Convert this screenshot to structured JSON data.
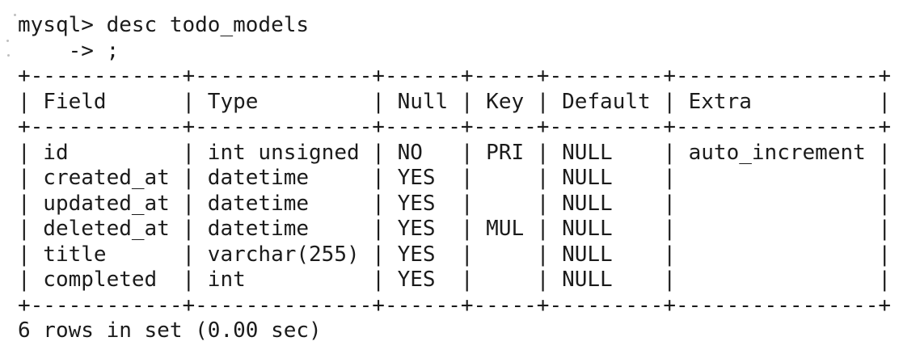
{
  "colors": {
    "background": "#ffffff",
    "text": "#1b1b1b"
  },
  "terminal": {
    "command_line": "mysql> desc todo_models",
    "continuation_line": "    -> ;",
    "footer": "6 rows in set (0.00 sec)"
  },
  "table": {
    "columns": [
      "Field",
      "Type",
      "Null",
      "Key",
      "Default",
      "Extra"
    ],
    "rows": [
      [
        "id",
        "int unsigned",
        "NO",
        "PRI",
        "NULL",
        "auto_increment"
      ],
      [
        "created_at",
        "datetime",
        "YES",
        "",
        "NULL",
        ""
      ],
      [
        "updated_at",
        "datetime",
        "YES",
        "",
        "NULL",
        ""
      ],
      [
        "deleted_at",
        "datetime",
        "YES",
        "MUL",
        "NULL",
        ""
      ],
      [
        "title",
        "varchar(255)",
        "YES",
        "",
        "NULL",
        ""
      ],
      [
        "completed",
        "int",
        "YES",
        "",
        "NULL",
        ""
      ]
    ]
  }
}
